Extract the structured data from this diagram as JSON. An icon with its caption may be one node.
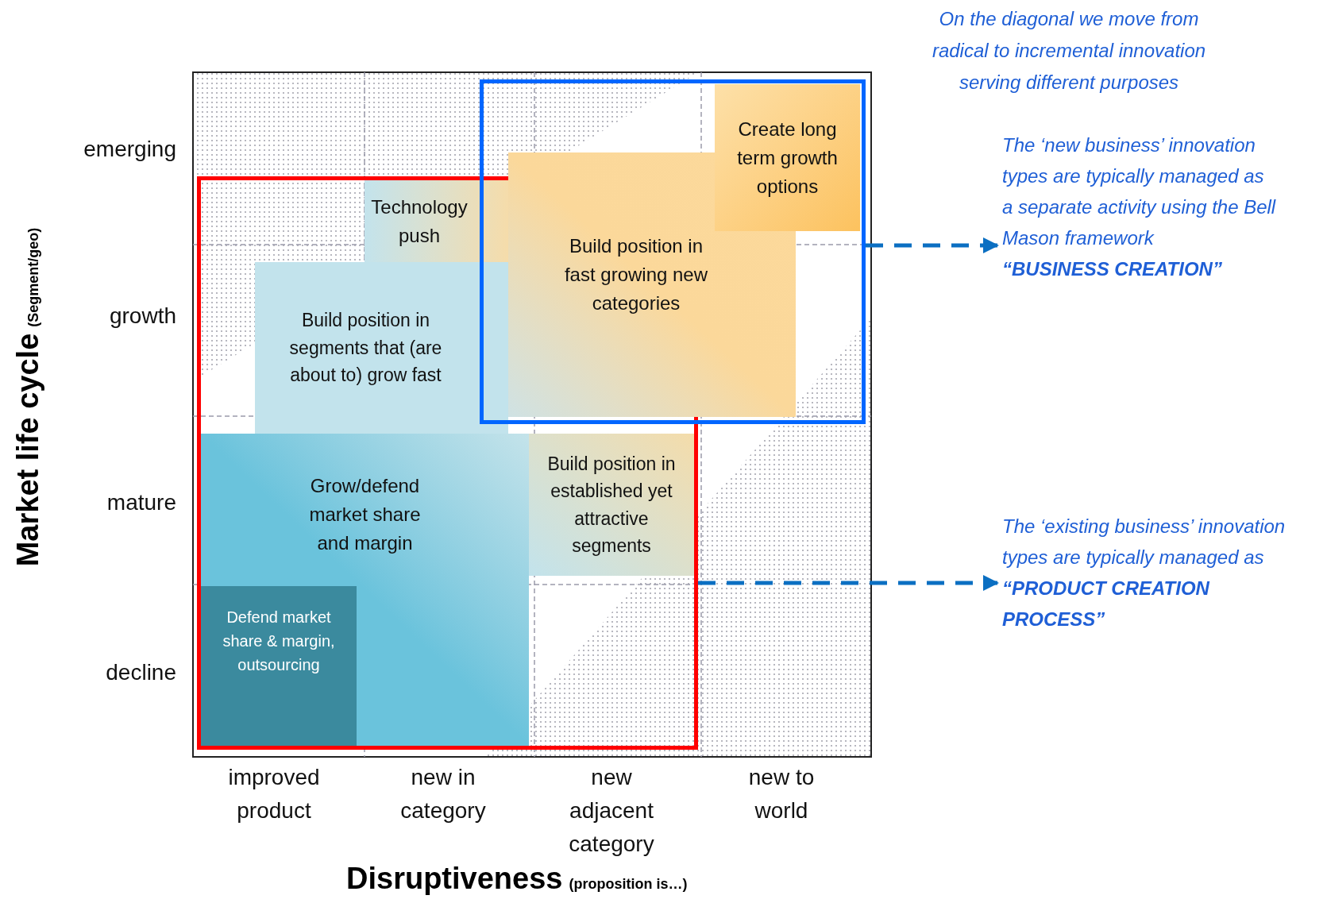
{
  "diagram": {
    "nodes": [
      {
        "text": [],
        "shape": "box"
      },
      {
        "text": [],
        "shape": "box"
      },
      {
        "text": [
          "Create long term growth options"
        ],
        "in": 1
      },
      {
        "text": [
          "Technology push"
        ],
        "in": 0
      },
      {
        "text": [
          "Build position in fast growing new categories"
        ],
        "in": 1
      },
      {
        "text": [
          "Build position in segments that (are about to) grow fast"
        ],
        "in": 0
      },
      {
        "text": [
          "Grow/defend market share and margin"
        ],
        "in": 0
      },
      {
        "text": [
          "Build position in established yet attractive segments"
        ],
        "in": 0
      },
      {
        "text": [
          "Defend market share & margin, outsourcing"
        ],
        "in": 6
      },
      {
        "text": [
          "The ‘new business’ innovation types are typically managed as a separate activity using the Bell Mason framework",
          "“BUSINESS CREATION”"
        ]
      },
      {
        "text": [
          "The ‘existing business’ innovation types are typically managed as",
          "“PRODUCT CREATION PROCESS”"
        ]
      }
    ],
    "edges": [
      {
        "from": 1,
        "to": 9,
        "arrow": "to",
        "style": "dashed"
      },
      {
        "from": 0,
        "to": 10,
        "arrow": "to",
        "style": "dashed"
      }
    ],
    "labels": [
      "On the diagonal we move from radical to incremental innovation serving different purposes",
      "Market life cycle",
      "(Segment/geo)",
      "emerging",
      "growth",
      "mature",
      "decline",
      "improved product",
      "new in category",
      "new adjacent category",
      "new to world",
      "Disruptiveness",
      "(proposition is…)"
    ]
  }
}
